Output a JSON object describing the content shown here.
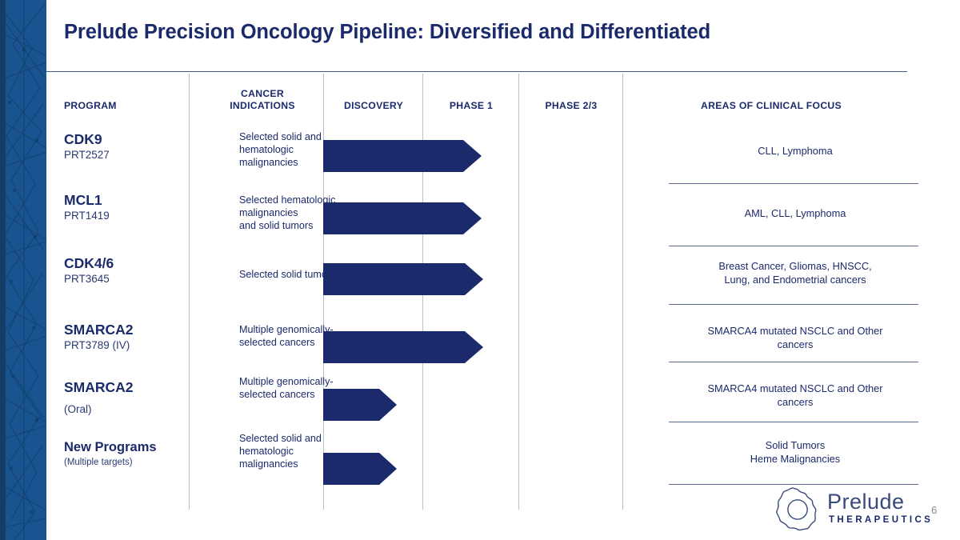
{
  "slide": {
    "title": "Prelude Precision Oncology Pipeline: Diversified and Differentiated",
    "page_number": "6",
    "colors": {
      "navy": "#1b2a6b",
      "bar_fill": "#1b2a6b",
      "band_blue": "#1a5490",
      "rule": "#5a6a92"
    }
  },
  "columns": {
    "program": "PROGRAM",
    "indications_line1": "CANCER",
    "indications_line2": "INDICATIONS",
    "discovery": "DISCOVERY",
    "phase1": "PHASE 1",
    "phase23": "PHASE 2/3",
    "focus": "AREAS OF CLINICAL FOCUS"
  },
  "rows": [
    {
      "program": "CDK9",
      "code": "PRT2527",
      "indication": "Selected solid and\nhematologic\nmalignancies",
      "focus": "CLL, Lymphoma",
      "stage": "phase1"
    },
    {
      "program": "MCL1",
      "code": "PRT1419",
      "indication": "Selected hematologic\nmalignancies\nand solid tumors",
      "focus": "AML, CLL, Lymphoma",
      "stage": "phase1"
    },
    {
      "program": "CDK4/6",
      "code": "PRT3645",
      "indication": "Selected solid tumors",
      "focus": "Breast Cancer, Gliomas, HNSCC,\nLung, and Endometrial cancers",
      "stage": "phase1"
    },
    {
      "program": "SMARCA2",
      "code": "PRT3789 (IV)",
      "indication": "Multiple genomically-\nselected cancers",
      "focus": "SMARCA4 mutated NSCLC and Other\ncancers",
      "stage": "phase1"
    },
    {
      "program": "SMARCA2",
      "code": "(Oral)",
      "indication": "Multiple genomically-\nselected cancers",
      "focus": "SMARCA4 mutated NSCLC and Other\ncancers",
      "stage": "discovery"
    },
    {
      "program": "New Programs",
      "code": "(Multiple targets)",
      "indication": "Selected solid and\nhematologic\nmalignancies",
      "focus": "Solid Tumors\nHeme Malignancies",
      "stage": "discovery"
    }
  ],
  "logo": {
    "name": "Prelude",
    "subtitle": "THERAPEUTICS"
  }
}
